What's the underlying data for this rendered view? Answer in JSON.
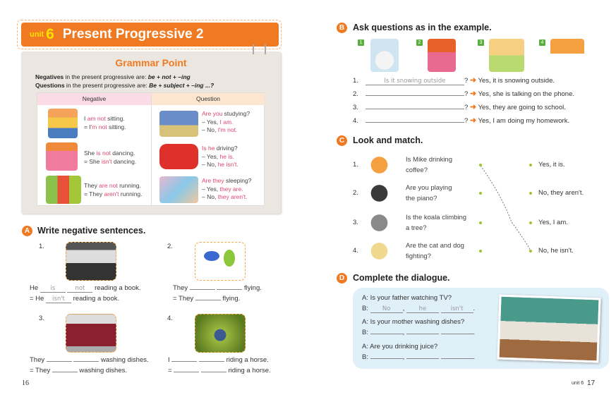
{
  "left_page": {
    "unit_label": "unit",
    "unit_number": "6",
    "title": "Present Progressive 2",
    "grammar": {
      "title": "Grammar Point",
      "rule1": {
        "bold": "Negatives",
        "text": " in the present progressive are: ",
        "formula": "be + not + –ing"
      },
      "rule2": {
        "bold": "Questions",
        "text": " in the present progressive are: ",
        "formula": "Be + subject + –ing ...?"
      },
      "col_negative": "Negative",
      "col_question": "Question",
      "negatives": [
        {
          "l1a": "I ",
          "l1b": "am not",
          "l1c": " sitting.",
          "l2a": "= I",
          "l2b": "'m not",
          "l2c": " sitting."
        },
        {
          "l1a": "She ",
          "l1b": "is not",
          "l1c": " dancing.",
          "l2a": "= She ",
          "l2b": "isn't",
          "l2c": " dancing."
        },
        {
          "l1a": "They ",
          "l1b": "are not",
          "l1c": " running.",
          "l2a": "= They ",
          "l2b": "aren't",
          "l2c": " running."
        }
      ],
      "questions": [
        {
          "qa": "Are you",
          "qb": " studying?",
          "y1": "– Yes, ",
          "y2": "I am.",
          "n1": "– No, ",
          "n2": "I'm not."
        },
        {
          "qa": "Is he",
          "qb": " driving?",
          "y1": "– Yes, ",
          "y2": "he is.",
          "n1": "– No, ",
          "n2": "he isn't."
        },
        {
          "qa": "Are they",
          "qb": " sleeping?",
          "y1": "– Yes, ",
          "y2": "they are.",
          "n1": "– No, ",
          "n2": "they aren't."
        }
      ]
    },
    "sectionA": {
      "letter": "A",
      "title": "Write negative sentences.",
      "items": [
        {
          "num": "1.",
          "s1a": "He",
          "b1": "is",
          "b2": "not",
          "s1b": "reading a book.",
          "s2a": "= He",
          "b3": "isn't",
          "s2b": "reading a book."
        },
        {
          "num": "2.",
          "s1a": "They",
          "b1": "",
          "b2": "",
          "s1b": "flying.",
          "s2a": "= They",
          "b3": "",
          "s2b": "flying."
        },
        {
          "num": "3.",
          "s1a": "They",
          "b1": "",
          "b2": "",
          "s1b": "washing dishes.",
          "s2a": "= They",
          "b3": "",
          "s2b": "washing dishes."
        },
        {
          "num": "4.",
          "s1a": "I",
          "b1": "",
          "b2": "",
          "s1b": "riding a horse.",
          "s2a": "=",
          "b3": "",
          "b4": "",
          "s2b": "riding a horse."
        }
      ]
    },
    "page_number": "16"
  },
  "right_page": {
    "sectionB": {
      "letter": "B",
      "title": "Ask questions as in the example.",
      "picture_tags": [
        "1",
        "2",
        "3",
        "4"
      ],
      "items": [
        {
          "num": "1.",
          "answer_blank": "Is it snowing outside",
          "q": "?",
          "reply": "Yes, it is snowing outside."
        },
        {
          "num": "2.",
          "answer_blank": "",
          "q": "?",
          "reply": "Yes, she is talking on the phone."
        },
        {
          "num": "3.",
          "answer_blank": "",
          "q": "?",
          "reply": "Yes, they are going to school."
        },
        {
          "num": "4.",
          "answer_blank": "",
          "q": "?",
          "reply": "Yes, I am doing my homework."
        }
      ]
    },
    "sectionC": {
      "letter": "C",
      "title": "Look and match.",
      "questions": [
        {
          "num": "1.",
          "l1": "Is Mike drinking",
          "l2": "coffee?"
        },
        {
          "num": "2.",
          "l1": "Are you playing",
          "l2": "the piano?"
        },
        {
          "num": "3.",
          "l1": "Is the koala climbing",
          "l2": "a tree?"
        },
        {
          "num": "4.",
          "l1": "Are the cat and dog",
          "l2": "fighting?"
        }
      ],
      "answers": [
        "Yes, it is.",
        "No, they aren't.",
        "Yes, I am.",
        "No, he isn't."
      ]
    },
    "sectionD": {
      "letter": "D",
      "title": "Complete the dialogue.",
      "dialogue": [
        {
          "a": "A: Is your father watching TV?",
          "b": "B:",
          "b1": "No",
          "b2": "he",
          "b3": "isn't"
        },
        {
          "a": "A: Is your mother washing dishes?",
          "b": "B:",
          "b1": "",
          "b2": "",
          "b3": ""
        },
        {
          "a": "A: Are you drinking juice?",
          "b": "B:",
          "b1": "",
          "b2": "",
          "b3": ""
        }
      ]
    },
    "footer_unit": "unit 6",
    "page_number": "17"
  },
  "colors": {
    "accent": "#f07a22",
    "pink": "#e0486f",
    "grammar_bg": "#ebe7e0",
    "dialogue_bg": "#dff0f9"
  }
}
